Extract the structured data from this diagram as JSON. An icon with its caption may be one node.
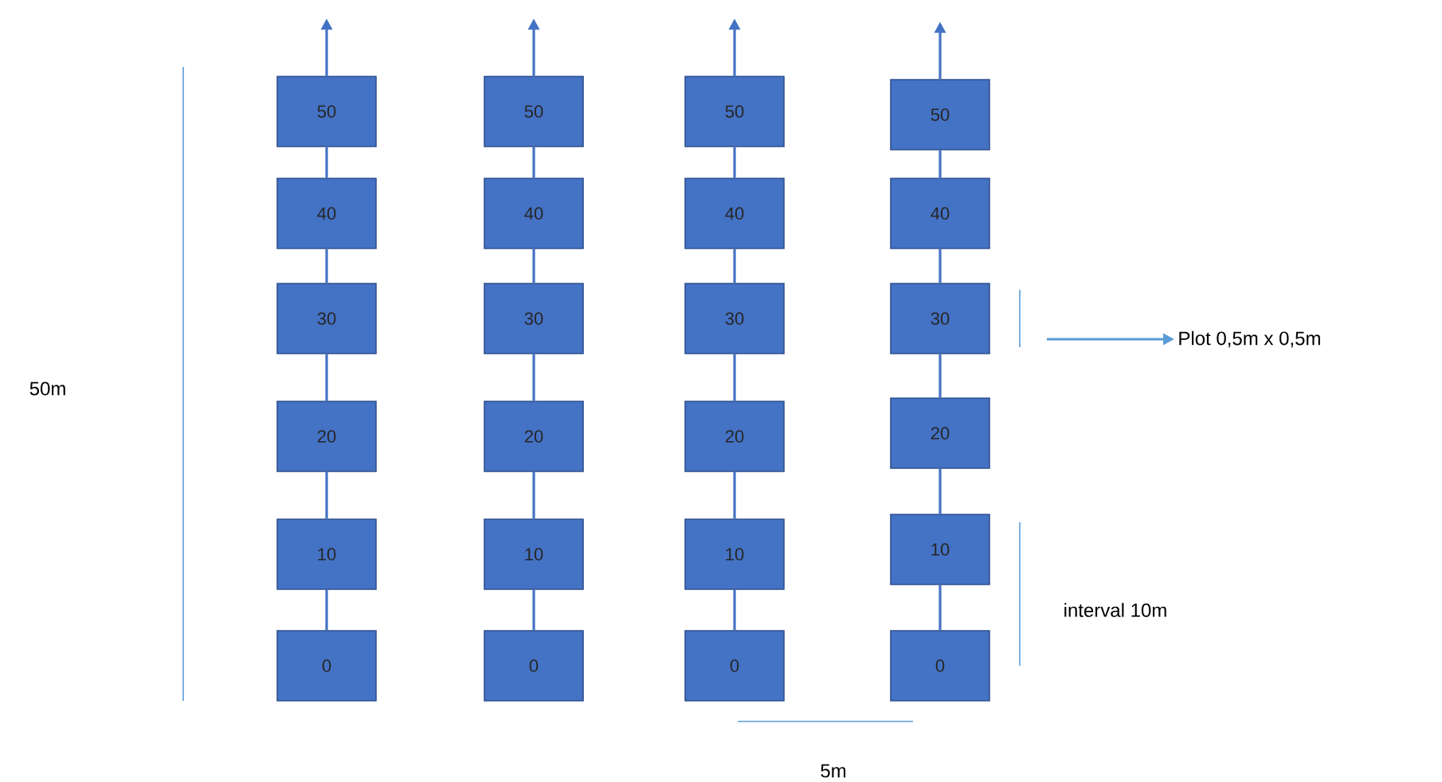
{
  "diagram": {
    "nodes": [
      {
        "text": [
          "50"
        ]
      },
      {
        "text": [
          "40"
        ]
      },
      {
        "text": [
          "30"
        ]
      },
      {
        "text": [
          "20"
        ]
      },
      {
        "text": [
          "10"
        ]
      },
      {
        "text": [
          "0"
        ]
      },
      {
        "text": [
          "50"
        ]
      },
      {
        "text": [
          "40"
        ]
      },
      {
        "text": [
          "30"
        ]
      },
      {
        "text": [
          "20"
        ]
      },
      {
        "text": [
          "10"
        ]
      },
      {
        "text": [
          "0"
        ]
      },
      {
        "text": [
          "50"
        ]
      },
      {
        "text": [
          "40"
        ]
      },
      {
        "text": [
          "30"
        ]
      },
      {
        "text": [
          "20"
        ]
      },
      {
        "text": [
          "10"
        ]
      },
      {
        "text": [
          "0"
        ]
      },
      {
        "text": [
          "50"
        ]
      },
      {
        "text": [
          "40"
        ]
      },
      {
        "text": [
          "30"
        ]
      },
      {
        "text": [
          "20"
        ]
      },
      {
        "text": [
          "10"
        ]
      },
      {
        "text": [
          "0"
        ]
      },
      {
        "text": [
          "Plot 0,5m x 0,5m"
        ]
      }
    ],
    "edges": [
      {
        "from": 0,
        "to": null,
        "arrow": "to"
      },
      {
        "from": 1,
        "to": 0,
        "arrow": "none"
      },
      {
        "from": 2,
        "to": 1,
        "arrow": "none"
      },
      {
        "from": 3,
        "to": 2,
        "arrow": "none"
      },
      {
        "from": 4,
        "to": 3,
        "arrow": "none"
      },
      {
        "from": 5,
        "to": 4,
        "arrow": "none"
      },
      {
        "from": 6,
        "to": null,
        "arrow": "to"
      },
      {
        "from": 7,
        "to": 6,
        "arrow": "none"
      },
      {
        "from": 8,
        "to": 7,
        "arrow": "none"
      },
      {
        "from": 9,
        "to": 8,
        "arrow": "none"
      },
      {
        "from": 10,
        "to": 9,
        "arrow": "none"
      },
      {
        "from": 11,
        "to": 10,
        "arrow": "none"
      },
      {
        "from": 12,
        "to": null,
        "arrow": "to"
      },
      {
        "from": 13,
        "to": 12,
        "arrow": "none"
      },
      {
        "from": 14,
        "to": 13,
        "arrow": "none"
      },
      {
        "from": 15,
        "to": 14,
        "arrow": "none"
      },
      {
        "from": 16,
        "to": 15,
        "arrow": "none"
      },
      {
        "from": 17,
        "to": 16,
        "arrow": "none"
      },
      {
        "from": 18,
        "to": null,
        "arrow": "to"
      },
      {
        "from": 19,
        "to": 18,
        "arrow": "none"
      },
      {
        "from": 20,
        "to": 19,
        "arrow": "none"
      },
      {
        "from": 21,
        "to": 20,
        "arrow": "none"
      },
      {
        "from": 22,
        "to": 21,
        "arrow": "none"
      },
      {
        "from": 23,
        "to": 22,
        "arrow": "none"
      },
      {
        "from": null,
        "to": 24,
        "arrow": "to",
        "color": "#5b9bd5"
      }
    ],
    "labels": [
      "50m",
      "interval 10m",
      "5m"
    ]
  }
}
